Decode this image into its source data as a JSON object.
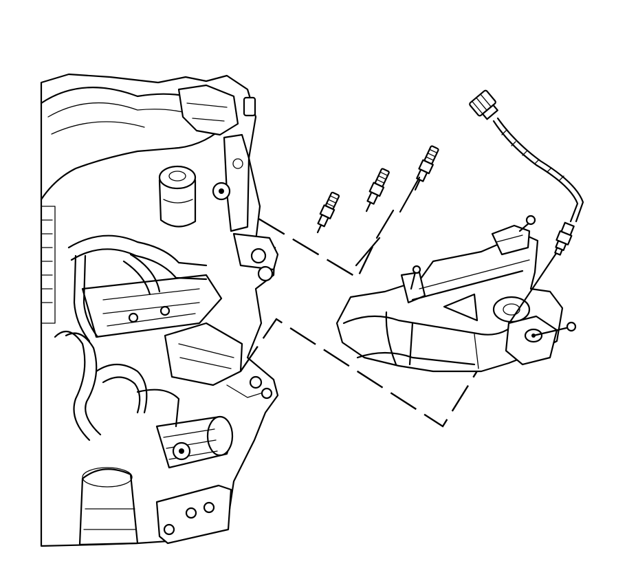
{
  "diagram": {
    "components": [
      "engine",
      "spark-plug",
      "exhaust-manifold",
      "heat-shield",
      "oxygen-sensor",
      "mounting-nut"
    ],
    "colors": {
      "ink": "#000000",
      "paper": "#ffffff"
    }
  }
}
